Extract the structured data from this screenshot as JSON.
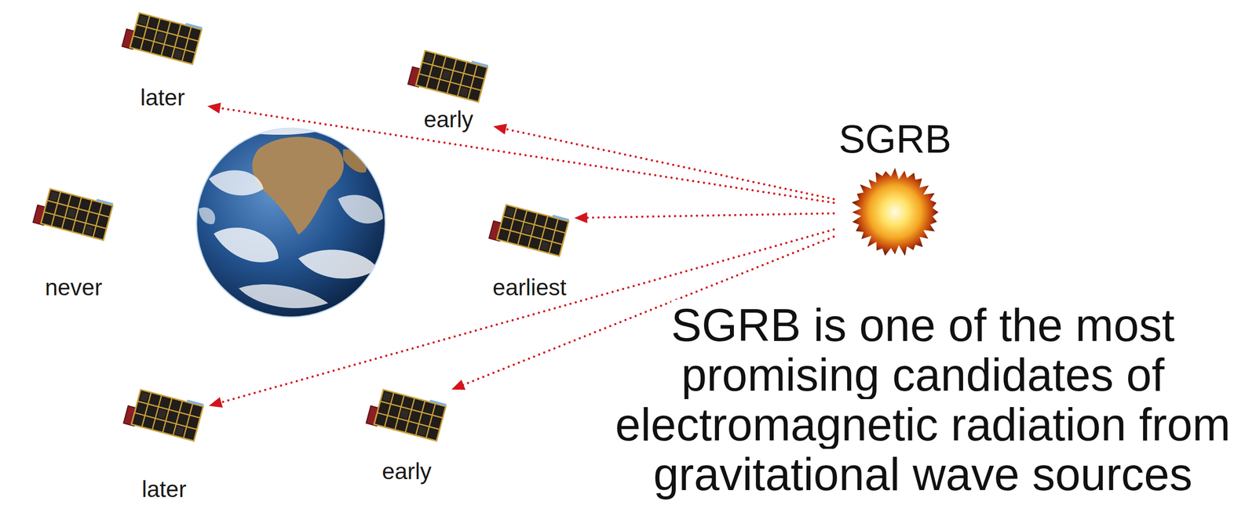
{
  "diagram": {
    "nodes": [
      {
        "text": [
          "later"
        ]
      },
      {
        "text": [
          "early"
        ]
      },
      {
        "text": [
          "SGRB"
        ]
      },
      {
        "text": [
          "never"
        ]
      },
      {
        "text": [
          "earliest"
        ]
      },
      {
        "text": [
          "later"
        ]
      },
      {
        "text": [
          "early"
        ]
      }
    ],
    "edges": [
      {
        "from": 2,
        "to": 0,
        "arrow": "to"
      },
      {
        "from": 2,
        "to": 1,
        "arrow": "to"
      },
      {
        "from": 2,
        "to": 4,
        "arrow": "to"
      },
      {
        "from": 2,
        "to": 5,
        "arrow": "to"
      },
      {
        "from": 2,
        "to": 6,
        "arrow": "to"
      }
    ],
    "labels": [
      "SGRB is one of the most promising candidates of electromagnetic radiation from gravitational wave sources"
    ]
  }
}
